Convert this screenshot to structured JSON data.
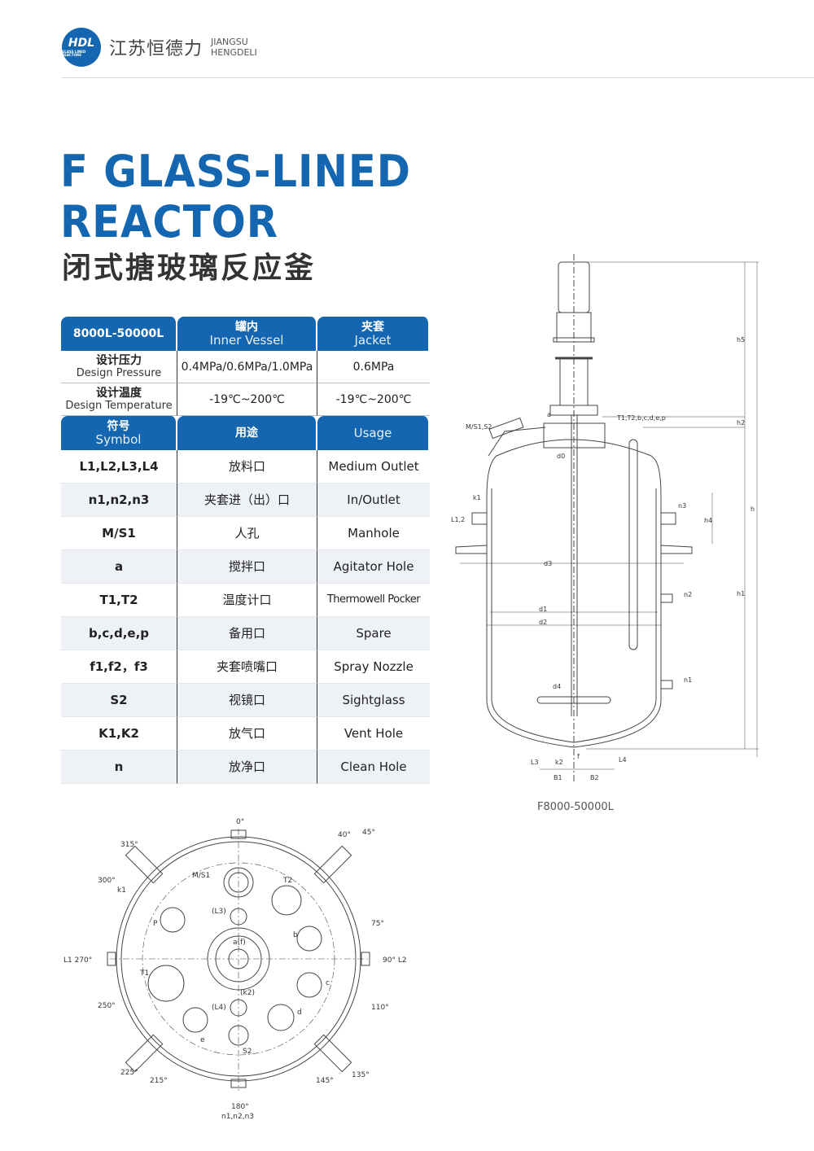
{
  "brand": {
    "logo_text": "HDL",
    "logo_sub": "GLASS LINED REACTORS",
    "name_cn": "江苏恒德力",
    "name_en_1": "JIANGSU",
    "name_en_2": "HENGDELI"
  },
  "title": {
    "line1": "F GLASS-LINED",
    "line2": "REACTOR",
    "cn": "闭式搪玻璃反应釜"
  },
  "spec": {
    "range": "8000L-50000L",
    "inner_cn": "罐内",
    "inner_en": "Inner Vessel",
    "jacket_cn": "夹套",
    "jacket_en": "Jacket",
    "rows": [
      {
        "cn": "设计压力",
        "en": "Design Pressure",
        "inner": "0.4MPa/0.6MPa/1.0MPa",
        "jacket": "0.6MPa"
      },
      {
        "cn": "设计温度",
        "en": "Design Temperature",
        "inner": "-19℃~200℃",
        "jacket": "-19℃~200℃"
      }
    ]
  },
  "nozzles": {
    "symbol_cn": "符号",
    "symbol_en": "Symbol",
    "use_cn": "用途",
    "use_en": "Usage",
    "rows": [
      {
        "symbol": "L1,L2,L3,L4",
        "cn": "放料口",
        "en": "Medium Outlet"
      },
      {
        "symbol": "n1,n2,n3",
        "cn": "夹套进（出）口",
        "en": "In/Outlet"
      },
      {
        "symbol": "M/S1",
        "cn": "人孔",
        "en": "Manhole"
      },
      {
        "symbol": "a",
        "cn": "搅拌口",
        "en": "Agitator Hole"
      },
      {
        "symbol": "T1,T2",
        "cn": "温度计口",
        "en": "Thermowell Pocker"
      },
      {
        "symbol": "b,c,d,e,p",
        "cn": "备用口",
        "en": "Spare"
      },
      {
        "symbol": "f1,f2，f3",
        "cn": "夹套喷嘴口",
        "en": "Spray Nozzle"
      },
      {
        "symbol": "S2",
        "cn": "视镜口",
        "en": "Sightglass"
      },
      {
        "symbol": "K1,K2",
        "cn": "放气口",
        "en": "Vent Hole"
      },
      {
        "symbol": "n",
        "cn": "放净口",
        "en": "Clean Hole"
      }
    ]
  },
  "side_view": {
    "caption": "F8000-50000L",
    "labels": {
      "ms": "M/S1,S2",
      "a": "a",
      "t": "T1,T2,b,c,d,e,p",
      "d0": "d0",
      "k1": "k1",
      "l12": "L1,2",
      "n3": "n3",
      "n2": "n2",
      "n1": "n1",
      "d3": "d3",
      "d1": "d1",
      "d2": "d2",
      "d4": "d4",
      "l3": "L3",
      "k2": "k2",
      "f": "f",
      "l4": "L4",
      "b1": "B1",
      "b2": "B2",
      "h5": "h5",
      "h2": "h2",
      "h4": "h4",
      "h1": "h1",
      "h": "h"
    }
  },
  "top_view": {
    "labels": {
      "a0": "0°",
      "a315": "315°",
      "a300": "300°",
      "k1": "k1",
      "ms": "M/S1",
      "t2": "T2",
      "a40": "40°",
      "a45": "45°",
      "l3": "(L3)",
      "p": "P",
      "a75": "75°",
      "b": "b",
      "af": "a(f)",
      "l1": "L1  270°",
      "l2": "90°  L2",
      "t1": "T1",
      "k2": "(k2)",
      "c": "c",
      "a250": "250°",
      "l4": "(L4)",
      "d": "d",
      "a110": "110°",
      "e": "e",
      "s2": "S2",
      "a225": "225°",
      "a215": "215°",
      "a145": "145°",
      "a135": "135°",
      "a180": "180°",
      "n": "n1,n2,n3"
    }
  }
}
